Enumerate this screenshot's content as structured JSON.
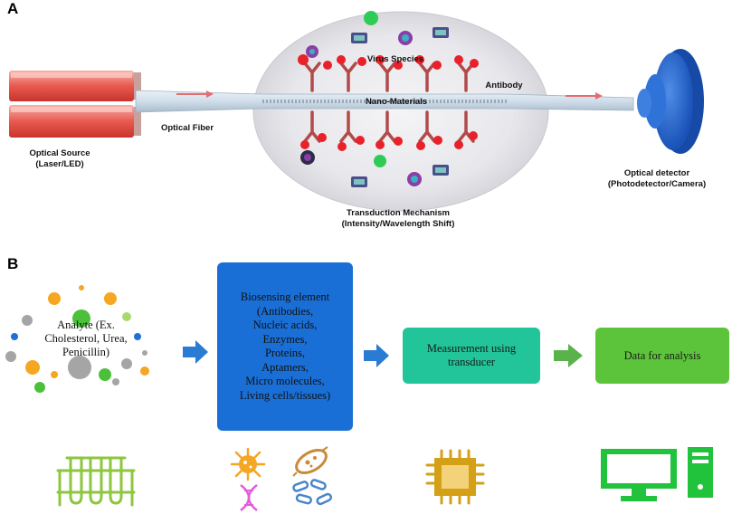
{
  "panel_a": {
    "label": "A",
    "optical_source": {
      "line1": "Optical Source",
      "line2": "(Laser/LED)"
    },
    "optical_fiber": "Optical Fiber",
    "virus_species": "Virus Species",
    "nano_materials": "Nano-Materials",
    "antibody": "Antibody",
    "transduction": {
      "line1": "Transduction Mechanism",
      "line2": "(Intensity/Wavelength Shift)"
    },
    "optical_detector": {
      "line1": "Optical detector",
      "line2": "(Photodetector/Camera)"
    }
  },
  "panel_b": {
    "label": "B",
    "analyte": {
      "line1": "Analyte (Ex.",
      "line2": "Cholesterol, Urea,",
      "line3": "Penicillin)"
    },
    "biosensing": [
      "Biosensing element",
      "(Antibodies,",
      "Nucleic acids,",
      "Enzymes,",
      "Proteins,",
      "Aptamers,",
      "Micro molecules,",
      "Living cells/tissues)"
    ],
    "measurement": {
      "line1": "Measurement using",
      "line2": "transducer"
    },
    "data": "Data for analysis"
  },
  "colors": {
    "bio_box": "#1a6fd6",
    "measurement_box": "#22c49a",
    "data_box": "#5cc43a",
    "blue_arrow": "#2a7bd4",
    "green_arrow": "#5ab34a",
    "detector": "#1f63c9",
    "source": "#e8564c",
    "virus_red": "#e8212a",
    "antibody": "#b24a4a"
  },
  "icons": [
    "test-tubes-icon",
    "virus-icon",
    "bacteria-icon",
    "dna-icon",
    "microchip-icon",
    "computer-monitor-icon",
    "computer-tower-icon"
  ]
}
